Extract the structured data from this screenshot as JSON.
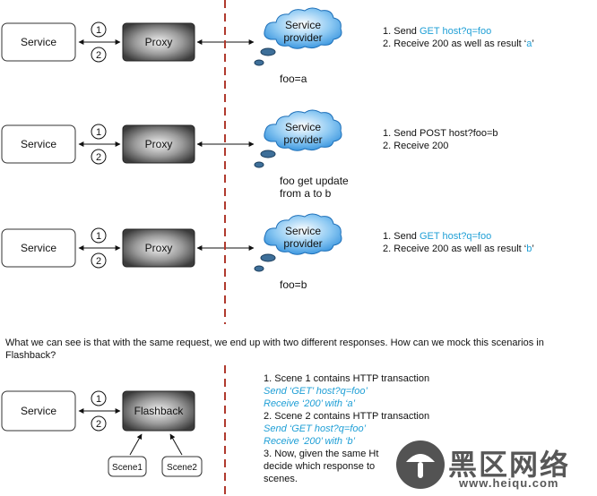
{
  "rows": [
    {
      "service": "Service",
      "proxy": "Proxy",
      "cloud": "Service\nprovider",
      "note": [
        "foo=a"
      ],
      "steps": [
        {
          "num": "1.",
          "parts": [
            {
              "t": "Send ",
              "c": "plain"
            },
            {
              "t": "GET host?q=foo",
              "c": "blue"
            }
          ]
        },
        {
          "num": "2.",
          "parts": [
            {
              "t": "Receive 200 as well as result ‘",
              "c": "plain"
            },
            {
              "t": "a",
              "c": "blue"
            },
            {
              "t": "’",
              "c": "plain"
            }
          ]
        }
      ]
    },
    {
      "service": "Service",
      "proxy": "Proxy",
      "cloud": "Service\nprovider",
      "note": [
        "foo get update",
        "from a to b"
      ],
      "steps": [
        {
          "num": "1.",
          "parts": [
            {
              "t": "Send POST host?foo=b",
              "c": "plain"
            }
          ]
        },
        {
          "num": "2.",
          "parts": [
            {
              "t": "Receive 200",
              "c": "plain"
            }
          ]
        }
      ]
    },
    {
      "service": "Service",
      "proxy": "Proxy",
      "cloud": "Service\nprovider",
      "note": [
        "foo=b"
      ],
      "steps": [
        {
          "num": "1.",
          "parts": [
            {
              "t": "Send ",
              "c": "plain"
            },
            {
              "t": "GET host?q=foo",
              "c": "blue"
            }
          ]
        },
        {
          "num": "2.",
          "parts": [
            {
              "t": "Receive 200 as well as result ‘",
              "c": "plain"
            },
            {
              "t": "b",
              "c": "blue"
            },
            {
              "t": "’",
              "c": "plain"
            }
          ]
        }
      ]
    }
  ],
  "circle_labels": [
    "1",
    "2"
  ],
  "question": "What we can see is that with the same request, we end up with two different responses. How can we mock this scenarios in Flashback?",
  "flashback": {
    "service": "Service",
    "box": "Flashback",
    "scene1": "Scene1",
    "scene2": "Scene2"
  },
  "bottom_lines": [
    {
      "t": "1. Scene 1 contains HTTP transaction",
      "c": "plain"
    },
    {
      "t": "Send ‘GET’ host?q=foo’",
      "c": "it"
    },
    {
      "t": "Receive ‘200’ with ‘a’",
      "c": "it"
    },
    {
      "t": "2. Scene 2 contains HTTP transaction",
      "c": "plain"
    },
    {
      "t": "Send ‘GET host?q=foo’",
      "c": "it"
    },
    {
      "t": "Receive ‘200’ with ‘b’",
      "c": "it"
    },
    {
      "t": "3. Now, given the same Ht",
      "c": "plain"
    },
    {
      "t": "decide which response to",
      "c": "plain"
    },
    {
      "t": "scenes.",
      "c": "plain"
    }
  ],
  "watermark": {
    "text": "黑区网络",
    "url": "www.heiqu.com"
  },
  "colors": {
    "accent": "#1f9fd6",
    "divider": "#b03a2e",
    "cloud": "#3fa0e6"
  }
}
